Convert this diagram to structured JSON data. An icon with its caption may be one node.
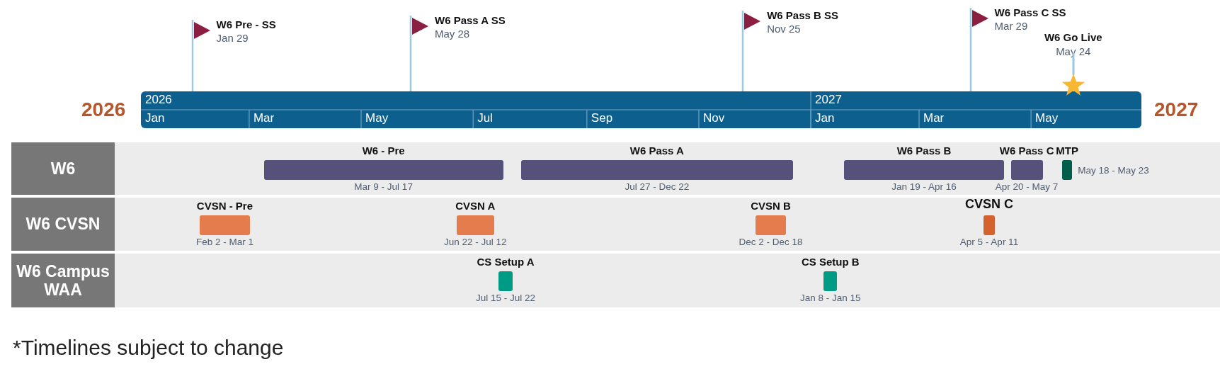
{
  "diagram": {
    "nodes": [
      {
        "text": [
          "W6 Pre - SS",
          "Jan 29"
        ]
      },
      {
        "text": [
          "W6 Pass A SS",
          "May 28"
        ]
      },
      {
        "text": [
          "W6 Pass B SS",
          "Nov 25"
        ]
      },
      {
        "text": [
          "W6 Pass C SS",
          "Mar 29"
        ]
      },
      {
        "text": [
          "W6 Go Live",
          "May 24"
        ]
      },
      {
        "text": [
          "W6"
        ]
      },
      {
        "text": [
          "W6 - Pre",
          "Mar 9 - Jul 17"
        ]
      },
      {
        "text": [
          "W6 Pass A",
          "Jul 27 - Dec 22"
        ]
      },
      {
        "text": [
          "W6 Pass B",
          "Jan 19 - Apr 16"
        ]
      },
      {
        "text": [
          "W6 Pass C",
          "Apr 20 - May 7"
        ]
      },
      {
        "text": [
          "MTP",
          "May 18 - May 23"
        ]
      },
      {
        "text": [
          "W6 CVSN"
        ]
      },
      {
        "text": [
          "CVSN - Pre",
          "Feb 2 - Mar 1"
        ]
      },
      {
        "text": [
          "CVSN A",
          "Jun 22 - Jul 12"
        ]
      },
      {
        "text": [
          "CVSN B",
          "Dec 2 - Dec 18"
        ]
      },
      {
        "text": [
          "CVSN C",
          "Apr 5 - Apr 11"
        ]
      },
      {
        "text": [
          "W6 Campus WAA"
        ]
      },
      {
        "text": [
          "CS Setup A",
          "Jul 15 - Jul 22"
        ]
      },
      {
        "text": [
          "CS Setup B",
          "Jan 8 - Jan 15"
        ]
      }
    ],
    "edges": [],
    "labels": [
      "2026",
      "2026",
      "2027",
      "2027",
      "Jan",
      "Mar",
      "May",
      "Jul",
      "Sep",
      "Nov",
      "Jan",
      "Mar",
      "May",
      "*Timelines subject to change"
    ]
  }
}
